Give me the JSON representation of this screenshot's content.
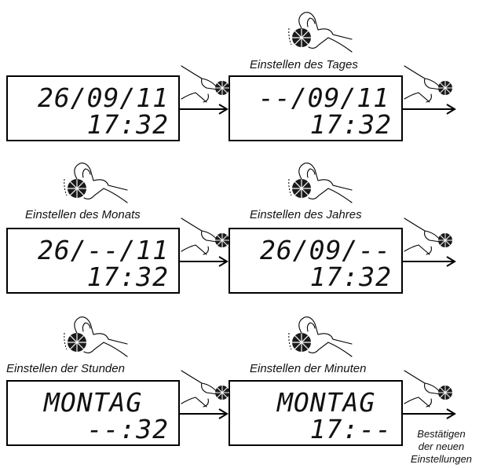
{
  "steps": [
    {
      "label": "",
      "line1": "26/09/11",
      "line2": "17:32"
    },
    {
      "label": "Einstellen des Tages",
      "line1": "--/09/11",
      "line2": "17:32"
    },
    {
      "label": "Einstellen des Monats",
      "line1": "26/--/11",
      "line2": "17:32"
    },
    {
      "label": "Einstellen des Jahres",
      "line1": "26/09/--",
      "line2": "17:32"
    },
    {
      "label": "Einstellen der Stunden",
      "line1": "MONTAG",
      "line2": "--:32"
    },
    {
      "label": "Einstellen der Minuten",
      "line1": "MONTAG",
      "line2": "17:--"
    }
  ],
  "confirm": {
    "line1": "Bestätigen",
    "line2": "der neuen",
    "line3": "Einstellungen"
  },
  "icons": {
    "turn": "hand-turning-knob-icon",
    "press": "hand-pressing-knob-icon",
    "arrow": "right-arrow-icon"
  },
  "colors": {
    "ink": "#000000",
    "background": "#ffffff"
  }
}
